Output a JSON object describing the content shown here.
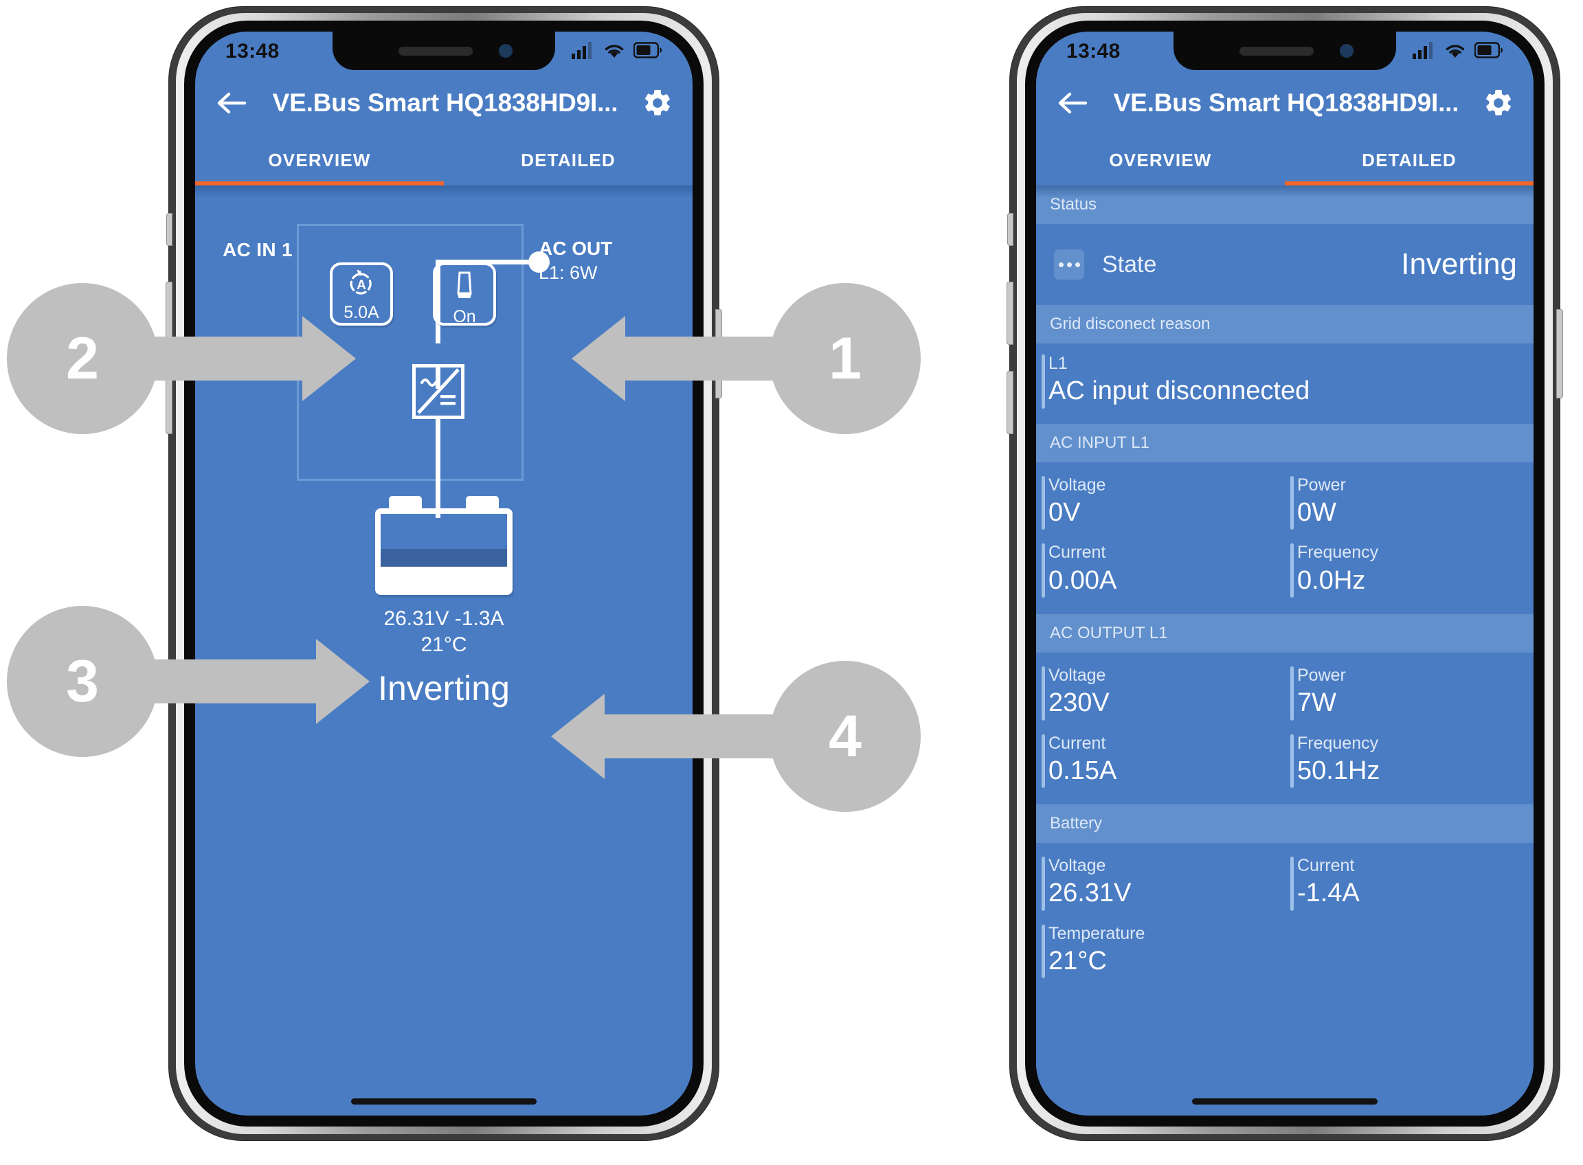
{
  "colors": {
    "screen_blue": "#4a7cc3",
    "section_blue": "#6290cd",
    "accent_orange": "#f2662b",
    "callout_grey": "#bfbfbf",
    "battery_band": "#3a639f"
  },
  "status_bar": {
    "time": "13:48",
    "signal_icon": "cellular-signal-icon",
    "wifi_icon": "wifi-icon",
    "battery_icon": "battery-icon"
  },
  "app_bar": {
    "back_icon": "back-arrow-icon",
    "title": "VE.Bus Smart HQ1838HD9I...",
    "settings_icon": "gear-icon"
  },
  "tabs": [
    {
      "label": "OVERVIEW"
    },
    {
      "label": "DETAILED"
    }
  ],
  "phone_left": {
    "active_tab": "OVERVIEW",
    "overview": {
      "ac_in_label": "AC IN 1",
      "ac_out_label": "AC OUT",
      "ac_out_power": "L1: 6W",
      "current_limit_tile": {
        "icon": "current-limit-gauge-icon",
        "value": "5.0A"
      },
      "switch_tile": {
        "icon": "rocker-switch-icon",
        "value": "On"
      },
      "inverter_icon": "ac-dc-inverter-icon",
      "battery_icon": "battery-block-icon",
      "battery_readout_line1": "26.31V  -1.3A",
      "battery_readout_line2": "21°C",
      "state_text": "Inverting"
    }
  },
  "phone_right": {
    "active_tab": "DETAILED",
    "detailed": {
      "sections": [
        {
          "header": "Status",
          "type": "state-row",
          "icon": "three-dots-icon",
          "key": "State",
          "value": "Inverting"
        },
        {
          "header": "Grid disconect reason",
          "type": "single",
          "key": "L1",
          "value": "AC input disconnected"
        },
        {
          "header": "AC INPUT L1",
          "type": "grid",
          "rows": [
            [
              {
                "key": "Voltage",
                "value": "0V"
              },
              {
                "key": "Power",
                "value": "0W"
              }
            ],
            [
              {
                "key": "Current",
                "value": "0.00A"
              },
              {
                "key": "Frequency",
                "value": "0.0Hz"
              }
            ]
          ]
        },
        {
          "header": "AC OUTPUT L1",
          "type": "grid",
          "rows": [
            [
              {
                "key": "Voltage",
                "value": "230V"
              },
              {
                "key": "Power",
                "value": "7W"
              }
            ],
            [
              {
                "key": "Current",
                "value": "0.15A"
              },
              {
                "key": "Frequency",
                "value": "50.1Hz"
              }
            ]
          ]
        },
        {
          "header": "Battery",
          "type": "grid",
          "rows": [
            [
              {
                "key": "Voltage",
                "value": "26.31V"
              },
              {
                "key": "Current",
                "value": "-1.4A"
              }
            ],
            [
              {
                "key": "Temperature",
                "value": "21°C"
              },
              {
                "key": "",
                "value": ""
              }
            ]
          ]
        }
      ]
    }
  },
  "callouts": [
    {
      "number": "1",
      "direction": "left"
    },
    {
      "number": "2",
      "direction": "right"
    },
    {
      "number": "3",
      "direction": "right"
    },
    {
      "number": "4",
      "direction": "left"
    }
  ]
}
